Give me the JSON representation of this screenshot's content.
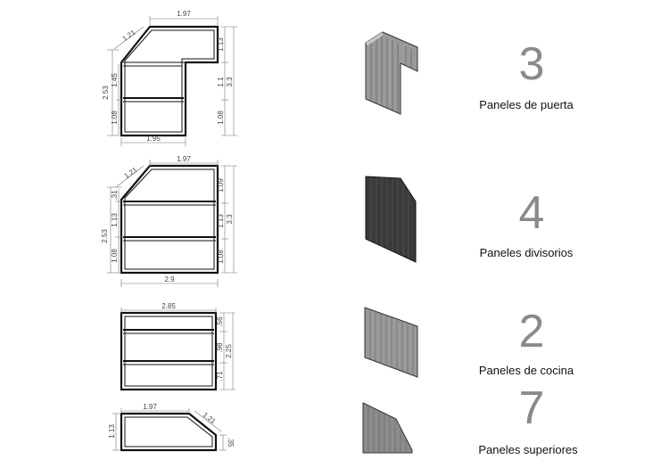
{
  "rows": [
    {
      "count": "3",
      "label": "Paneles de puerta",
      "dims": {
        "top": "1.97",
        "diag": "1.21",
        "left_total": "2.53",
        "left_a": "1.45",
        "left_b": "1.08",
        "right_a": "1.13",
        "right_b": "1.1",
        "right_c": "1.08",
        "right_total": "3.3",
        "bottom": "1.95"
      }
    },
    {
      "count": "4",
      "label": "Paneles divisorios",
      "dims": {
        "top": "1.97",
        "diag": "1.21",
        "left_small": ".31",
        "left_total": "2.53",
        "left_a": "1.13",
        "left_b": "1.08",
        "right_a": "1.09",
        "right_b": "1.13",
        "right_c": "1.08",
        "right_total": "3.3",
        "bottom": "2.9"
      }
    },
    {
      "count": "2",
      "label": "Paneles de cocina",
      "dims": {
        "top": "2.85",
        "right_a": ".56",
        "right_b": ".98",
        "right_c": ".71",
        "right_total": "2.25"
      }
    },
    {
      "count": "7",
      "label": "Paneles superiores",
      "dims": {
        "top": "1.97",
        "diag": "1.21",
        "left": "1.13",
        "right": ".35"
      }
    }
  ],
  "colors": {
    "line": "#111111",
    "dim": "#777777",
    "count": "#8a8a8a",
    "panel_light": "#9a9a9a",
    "panel_dark": "#3a3a3a",
    "panel_mid": "#8c8c8c"
  }
}
